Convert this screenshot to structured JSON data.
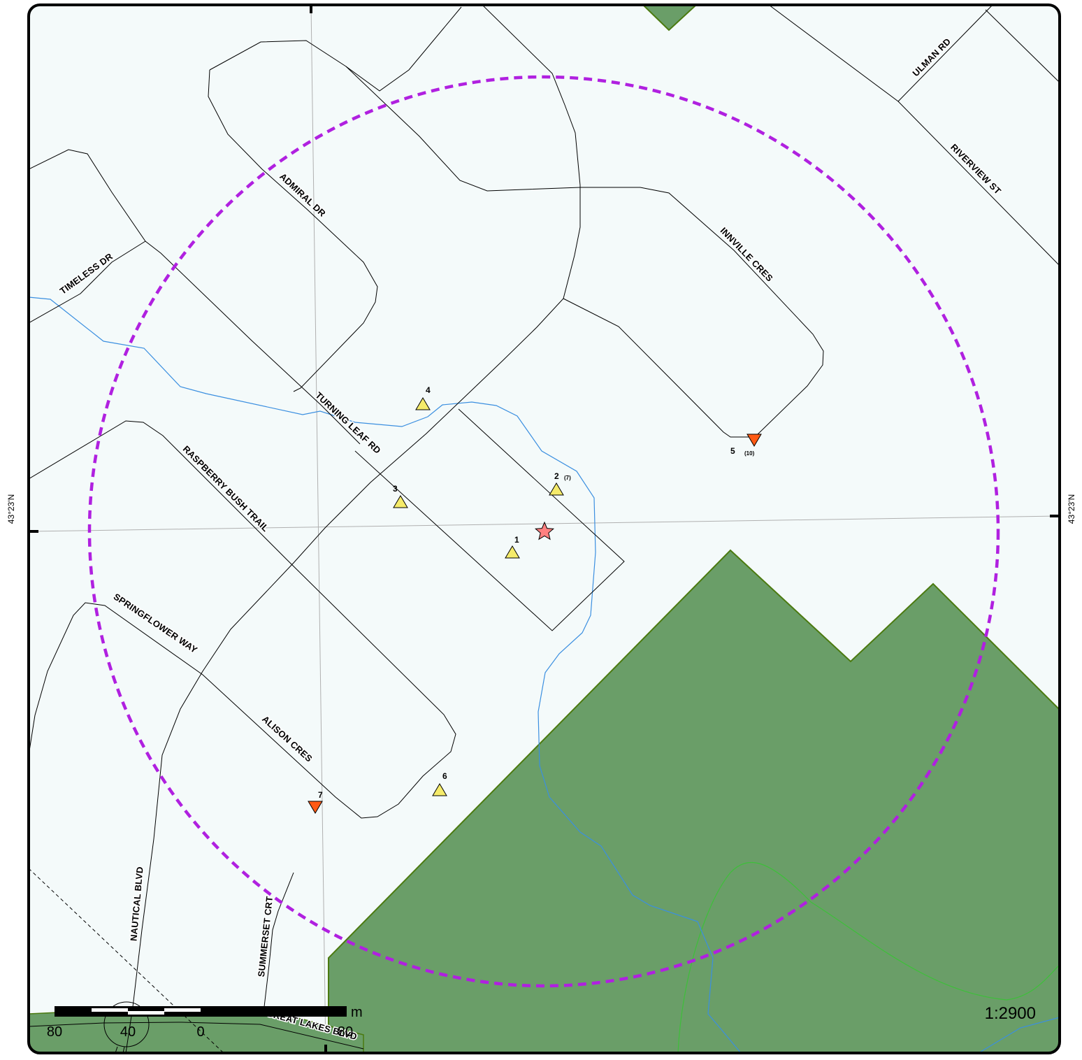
{
  "map": {
    "colors": {
      "background": "#f4fafa",
      "park_fill": "#6a9e68",
      "park_edge": "#4b7a10",
      "road": "#000000",
      "stream": "#3b8fe0",
      "contour": "#3ebf3a",
      "buffer_ring": "#b020e0",
      "site_yellow": "#f5eb6a",
      "site_orange": "#ff5a14",
      "center_star": "#ff8080",
      "graticule": "#b0b0b0"
    },
    "roads": [
      {
        "id": "road-admiral-dr",
        "label": "ADMIRAL DR"
      },
      {
        "id": "road-timeless-dr",
        "label": "TIMELESS DR"
      },
      {
        "id": "road-turning-leaf-rd",
        "label": "TURNING LEAF RD"
      },
      {
        "id": "road-raspberry-bush-trail",
        "label": "RASPBERRY BUSH TRAIL"
      },
      {
        "id": "road-springflower-way",
        "label": "SPRINGFLOWER WAY"
      },
      {
        "id": "road-alison-cres",
        "label": "ALISON CRES"
      },
      {
        "id": "road-innville-cres",
        "label": "INNVILLE CRES"
      },
      {
        "id": "road-ulman-rd",
        "label": "ULMAN RD"
      },
      {
        "id": "road-riverview-st",
        "label": "RIVERVIEW ST"
      },
      {
        "id": "road-nautical-blvd",
        "label": "NAUTICAL BLVD"
      },
      {
        "id": "road-summerset-crt",
        "label": "SUMMERSET CRT"
      },
      {
        "id": "road-great-lakes-blvd",
        "label": "GREAT LAKES BLVD"
      }
    ],
    "sites": [
      {
        "id": "site-1",
        "label": "1",
        "count": "",
        "marker": "triangle-up"
      },
      {
        "id": "site-2",
        "label": "2",
        "count": "(7)",
        "marker": "triangle-up"
      },
      {
        "id": "site-3",
        "label": "3",
        "count": "",
        "marker": "triangle-up"
      },
      {
        "id": "site-4",
        "label": "4",
        "count": "",
        "marker": "triangle-up"
      },
      {
        "id": "site-5",
        "label": "5",
        "count": "(10)",
        "marker": "triangle-down"
      },
      {
        "id": "site-6",
        "label": "6",
        "count": "",
        "marker": "triangle-up"
      },
      {
        "id": "site-7",
        "label": "7",
        "count": "",
        "marker": "triangle-down"
      }
    ],
    "latitude_label_left": "43°23'N",
    "latitude_label_right": "43°23'N",
    "scale_bar": {
      "ticks": [
        "80",
        "40",
        "0",
        "80"
      ],
      "unit": "m"
    },
    "scale_ratio": "1:2900"
  }
}
